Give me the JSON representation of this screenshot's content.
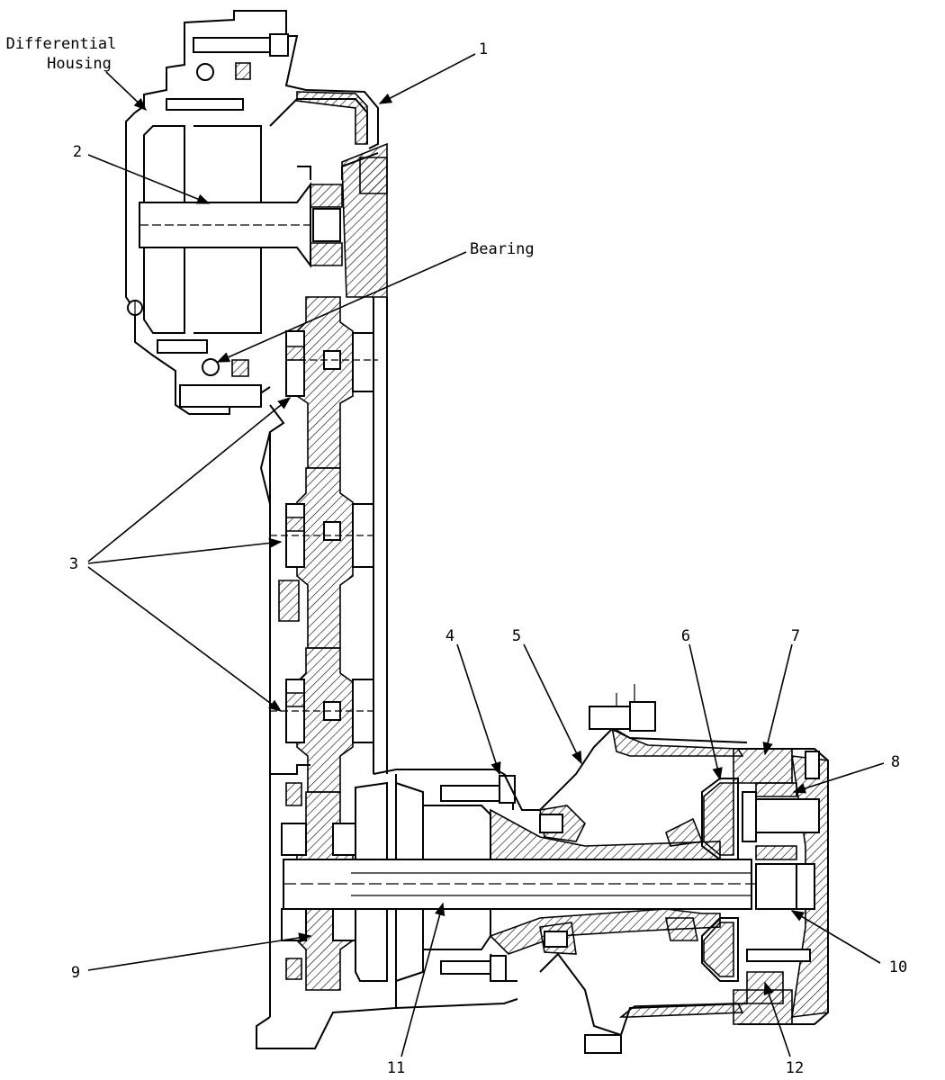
{
  "labels": {
    "differential_housing": [
      "Differential",
      "Housing"
    ],
    "bearing": "Bearing",
    "n1": "1",
    "n2": "2",
    "n3": "3",
    "n4": "4",
    "n5": "5",
    "n6": "6",
    "n7": "7",
    "n8": "8",
    "n9": "9",
    "n10": "10",
    "n11": "11",
    "n12": "12"
  }
}
